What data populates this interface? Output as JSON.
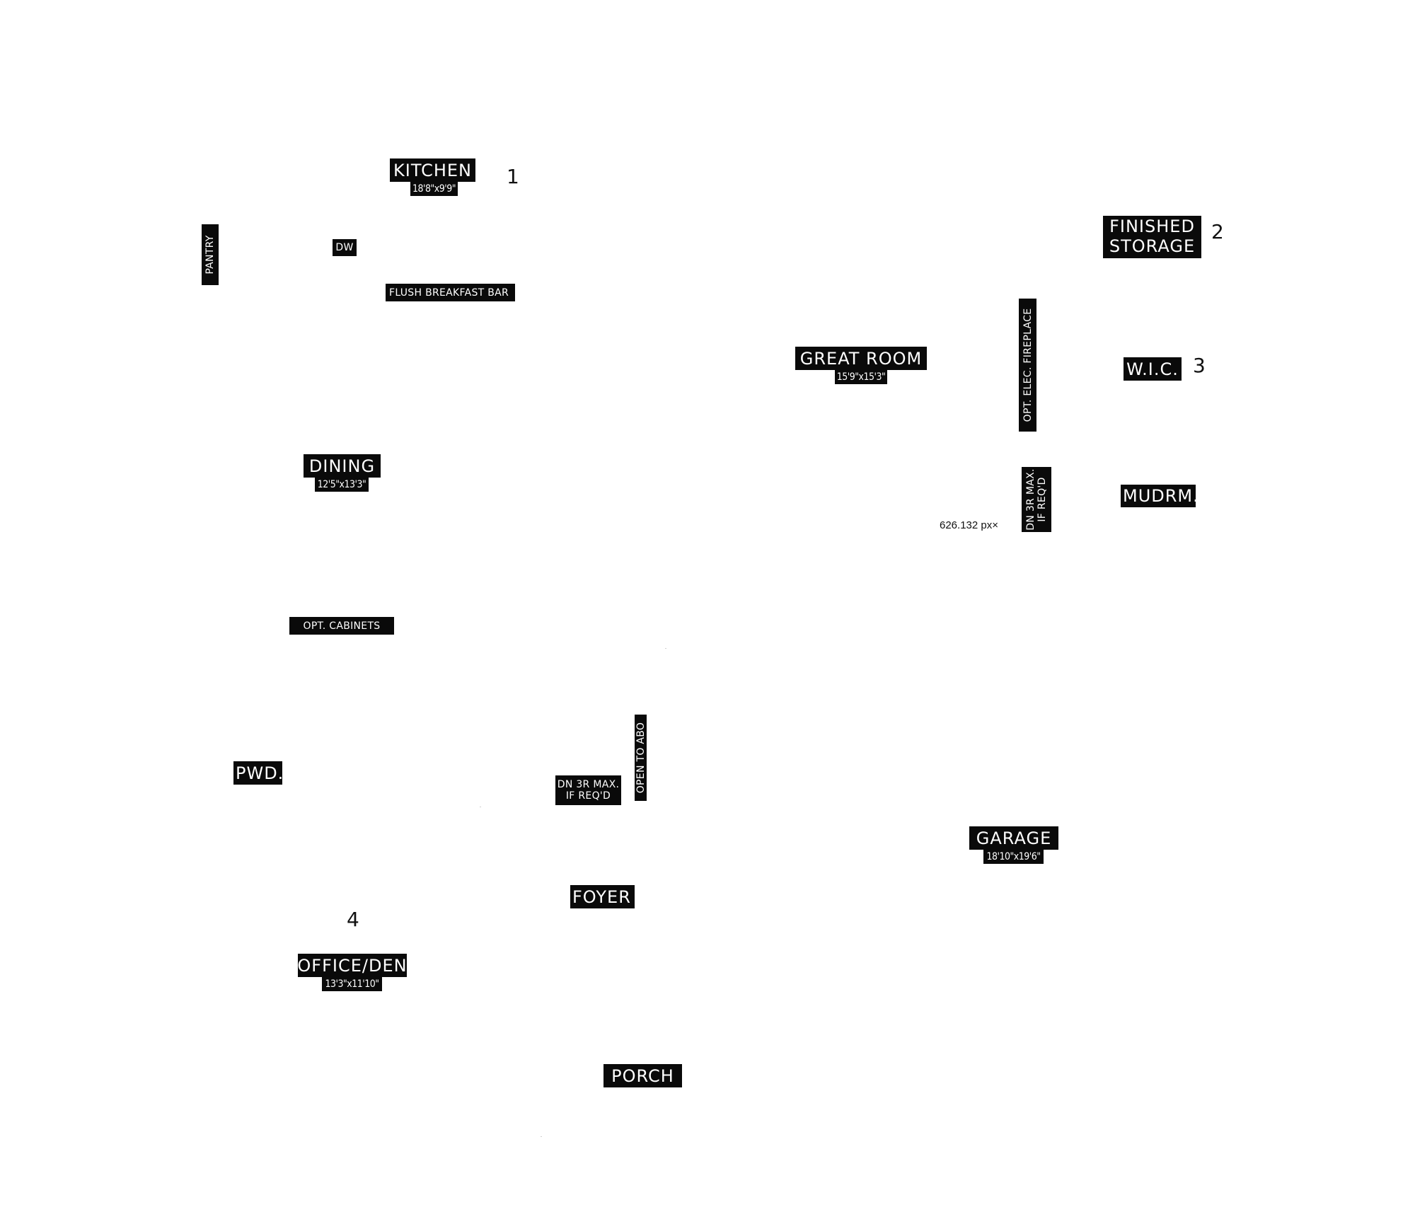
{
  "rooms": {
    "kitchen": {
      "name": "KITCHEN",
      "dim": "18'8\"x9'9\""
    },
    "finished_storage": {
      "line1": "FINISHED",
      "line2": "STORAGE"
    },
    "great_room": {
      "name": "GREAT ROOM",
      "dim": "15'9\"x15'3\""
    },
    "wic": {
      "name": "W.I.C."
    },
    "dining": {
      "name": "DINING",
      "dim": "12'5\"x13'3\""
    },
    "mudroom": {
      "name": "MUDRM."
    },
    "powder": {
      "name": "PWD."
    },
    "garage": {
      "name": "GARAGE",
      "dim": "18'10\"x19'6\""
    },
    "foyer": {
      "name": "FOYER"
    },
    "office_den": {
      "name": "OFFICE/DEN",
      "dim": "13'3\"x11'10\""
    },
    "porch": {
      "name": "PORCH"
    }
  },
  "notes": {
    "pantry": "PANTRY",
    "dw": "DW",
    "breakfast_bar": "FLUSH BREAKFAST BAR",
    "fireplace": "OPT. ELEC. FIREPLACE",
    "stair_garage": {
      "line1": "DN 3R MAX.",
      "line2": "IF REQ'D"
    },
    "opt_cabinets": "OPT. CABINETS",
    "open_to_above": "OPEN TO ABO",
    "stair_foyer": {
      "line1": "DN 3R MAX.",
      "line2": "IF REQ'D"
    }
  },
  "markers": [
    "1",
    "2",
    "3",
    "4"
  ],
  "measurement_readout": "626.132 px×"
}
